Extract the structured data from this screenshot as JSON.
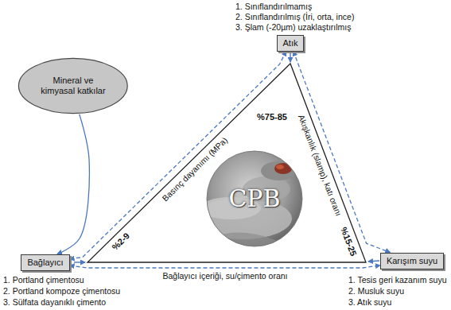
{
  "diagram": {
    "nodes": [
      {
        "text": [
          "Atık"
        ]
      },
      {
        "text": [
          "Mineral ve kimyasal katkılar"
        ]
      },
      {
        "text": [
          "Bağlayıcı"
        ]
      },
      {
        "text": [
          "Karışım suyu"
        ]
      }
    ],
    "edges": [
      {
        "from": 0,
        "to": 2,
        "label": "Basınç dayanımı (MPa)",
        "arrow": "both"
      },
      {
        "from": 0,
        "to": 3,
        "label": "Akışkanlık (slamp), katı oranı",
        "arrow": "both"
      },
      {
        "from": 2,
        "to": 3,
        "label": "Bağlayıcı içeriği, su/çimento oranı",
        "arrow": "both"
      },
      {
        "from": 1,
        "to": 2,
        "arrow": "to"
      }
    ],
    "labels": [
      "1. Sınıflandırılmamış",
      "2. Sınıflandırılmış (İri, orta, ince)",
      "3. Şlam (-20µm) uzaklaştırılmış",
      "%75-85",
      "%2-9",
      "%15-25",
      "CPB",
      "1. Portland çimentosu",
      "2. Portland kompoze çimentosu",
      "3. Sülfata dayanıklı çimento",
      "1. Tesis geri kazanım suyu",
      "2. Musluk suyu",
      "3. Atık suyu"
    ]
  }
}
